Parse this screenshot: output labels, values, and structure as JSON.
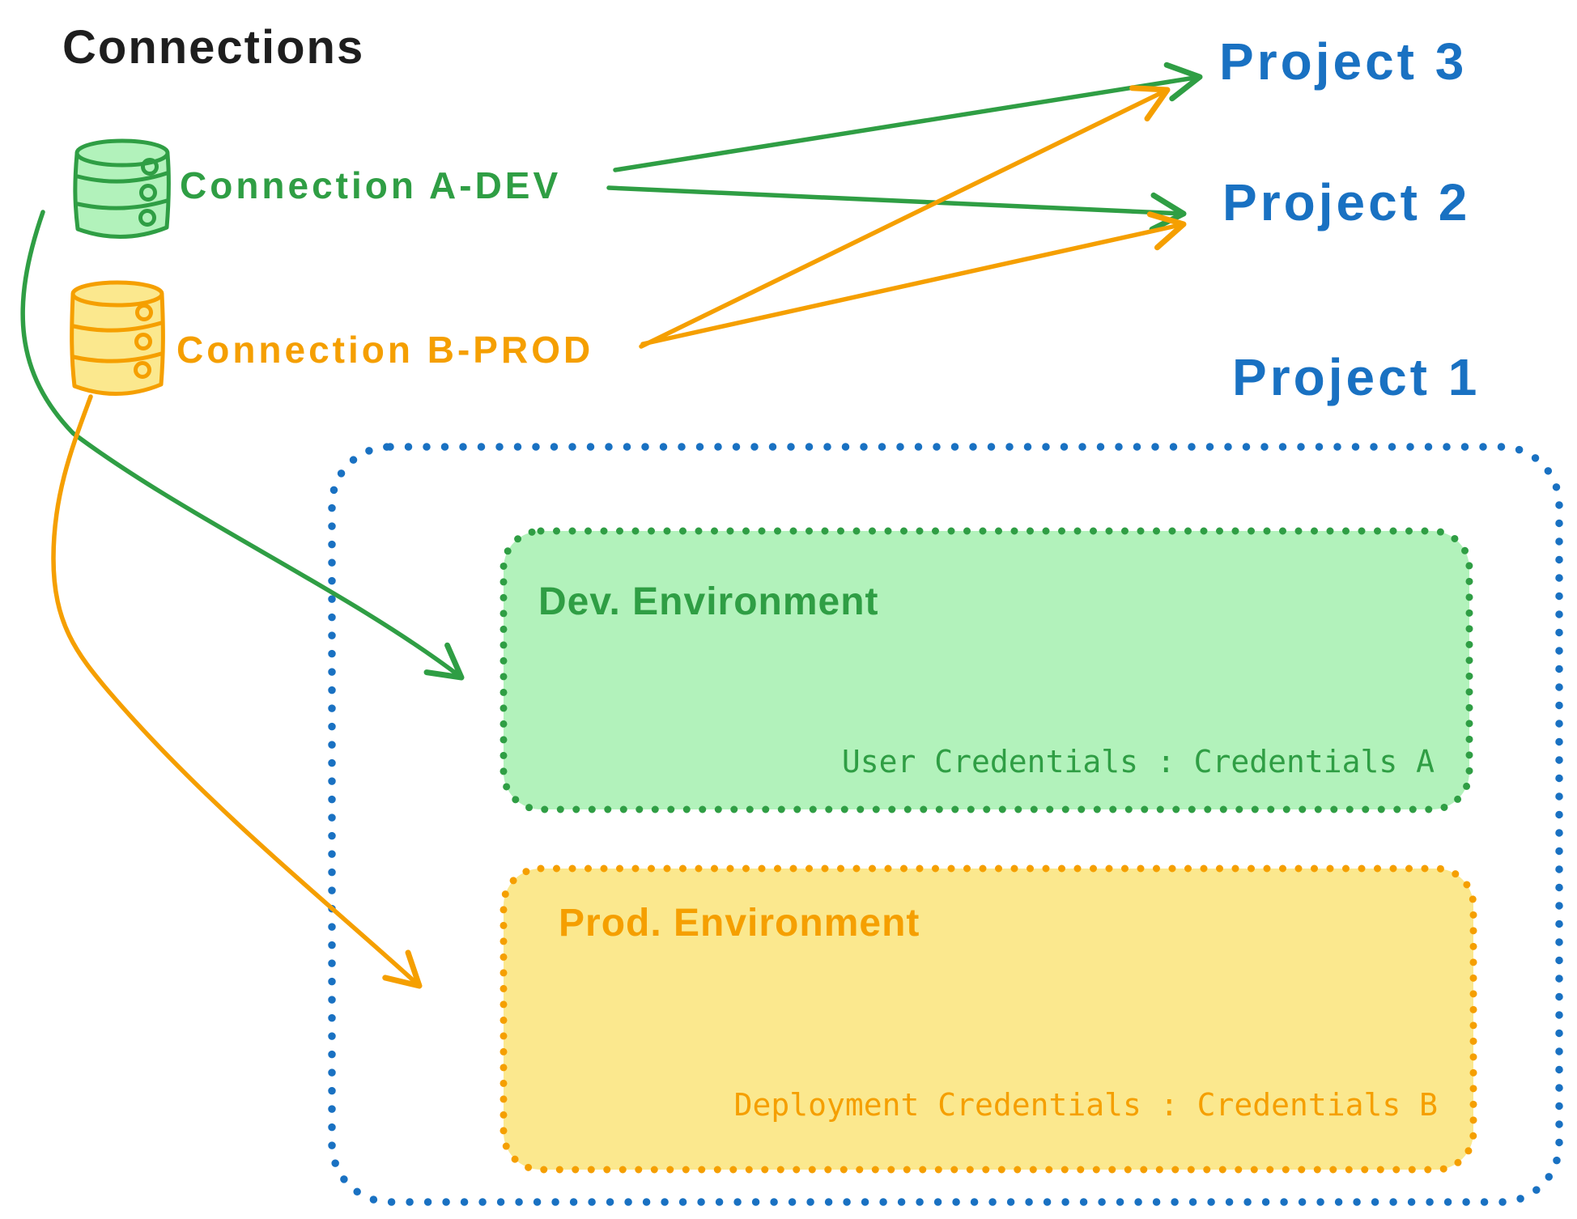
{
  "title": "Connections",
  "colors": {
    "black": "#1e1e1e",
    "green": "#2f9e44",
    "green_fill": "#b2f2bb",
    "orange": "#f59f00",
    "orange_fill": "#fbe88e",
    "blue": "#1971c2"
  },
  "connections": [
    {
      "label": "Connection A-DEV",
      "icon": "database-icon",
      "color": "#2f9e44"
    },
    {
      "label": "Connection B-PROD",
      "icon": "database-icon",
      "color": "#f59f00"
    }
  ],
  "projects": [
    {
      "label": "Project 3"
    },
    {
      "label": "Project 2"
    },
    {
      "label": "Project 1"
    }
  ],
  "environments": [
    {
      "title": "Dev. Environment",
      "credentials_text": "User Credentials : Credentials A"
    },
    {
      "title": "Prod. Environment",
      "credentials_text": "Deployment Credentials : Credentials B"
    }
  ],
  "arrows": [
    {
      "from": "Connection A-DEV",
      "to": "Project 3"
    },
    {
      "from": "Connection A-DEV",
      "to": "Project 2"
    },
    {
      "from": "Connection B-PROD",
      "to": "Project 3"
    },
    {
      "from": "Connection B-PROD",
      "to": "Project 2"
    },
    {
      "from": "Connection A-DEV",
      "to": "Dev. Environment (Project 1)"
    },
    {
      "from": "Connection B-PROD",
      "to": "Prod. Environment (Project 1)"
    }
  ]
}
